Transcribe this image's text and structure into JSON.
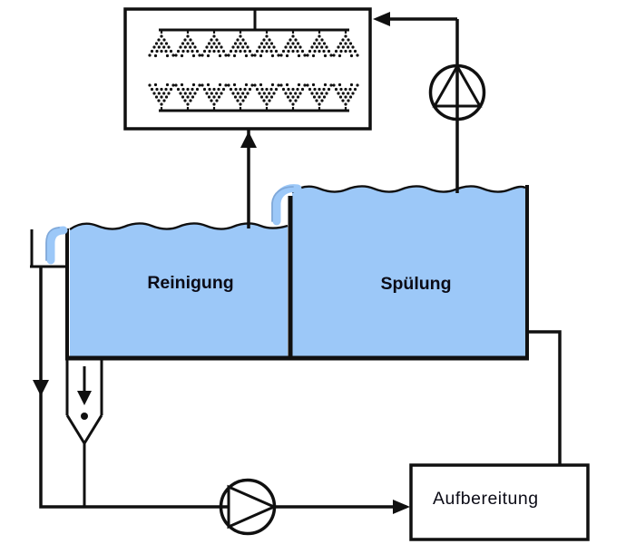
{
  "diagram": {
    "labels": {
      "tank_left": "Reinigung",
      "tank_right": "Spülung",
      "treatment_box": "Aufbereitung"
    },
    "colors": {
      "line": "#101010",
      "water": "#9cc8f8",
      "spout_edge": "#7fa8d9",
      "label_text": "#0b0b16",
      "background": "#ffffff"
    },
    "icons": [
      {
        "name": "pump-icon",
        "shape": "circle-with-inscribed-triangle",
        "count": 2
      },
      {
        "name": "spray-nozzle-icon",
        "shape": "dotted-spray-fan",
        "count": 16
      },
      {
        "name": "flow-arrow-icon",
        "shape": "filled-triangle",
        "count": 5
      }
    ]
  }
}
